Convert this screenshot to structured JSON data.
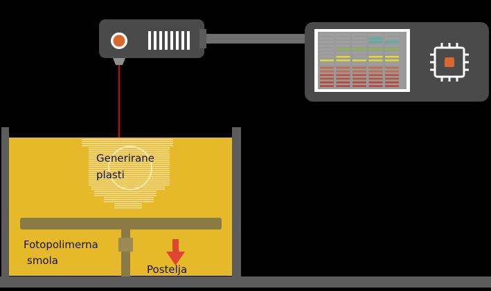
{
  "labels": {
    "layers": [
      "Generirane",
      "plasti"
    ],
    "resin": [
      "Fotopolimerna",
      "smola"
    ],
    "bed": "Postelja"
  },
  "colors": {
    "background": "#000000",
    "resin": "#e6b92a",
    "device_body": "#4a4a4a",
    "laser_beam": "#b51218",
    "laser_lens": "#d9682e",
    "arrow": "#e0452f",
    "tank_wall": "#5c5c5c"
  },
  "icons": {
    "laser_head": "laser-projector-icon",
    "controller": "cpu-chip-icon",
    "display": "layer-bar-display-icon",
    "movement": "arrow-down-icon"
  },
  "display_bars": [
    [
      "#a0a0a0",
      "#a0a0a0",
      "#a0a0a0",
      "#a0a0a0",
      "#a0a0a0"
    ],
    [
      "#a0a0a0",
      "#a0a0a0",
      "#a0a0a0",
      "#4fb4a6",
      "#a0a0a0"
    ],
    [
      "#a0a0a0",
      "#a0a0a0",
      "#a0a0a0",
      "#4fb4a6",
      "#4fb4a6"
    ],
    [
      "#a0a0a0",
      "#a0a0a0",
      "#a0a0a0",
      "#a0a0a0",
      "#a0a0a0"
    ],
    [
      "#a0a0a0",
      "#8db54a",
      "#8db54a",
      "#8db54a",
      "#8db54a"
    ],
    [
      "#a0a0a0",
      "#a0a0a0",
      "#a0a0a0",
      "#a0a0a0",
      "#a0a0a0"
    ],
    [
      "#a0a0a0",
      "#e5d83a",
      "#a0a0a0",
      "#e5d83a",
      "#e5d83a"
    ],
    [
      "#e5d83a",
      "#e5d83a",
      "#e5d83a",
      "#e5d83a",
      "#e5d83a"
    ],
    [
      "#a0a0a0",
      "#a0a0a0",
      "#a0a0a0",
      "#a0a0a0",
      "#a0a0a0"
    ],
    [
      "#c66a4e",
      "#c66a4e",
      "#c66a4e",
      "#c66a4e",
      "#c66a4e"
    ],
    [
      "#c66a4e",
      "#c66a4e",
      "#c66a4e",
      "#c66a4e",
      "#c66a4e"
    ],
    [
      "#c0513f",
      "#c0513f",
      "#c0513f",
      "#c0513f",
      "#c0513f"
    ],
    [
      "#c0513f",
      "#c0513f",
      "#c0513f",
      "#c0513f",
      "#c0513f"
    ],
    [
      "#b8443a",
      "#b8443a",
      "#b8443a",
      "#b8443a",
      "#b8443a"
    ],
    [
      "#b8443a",
      "#b8443a",
      "#b8443a",
      "#b8443a",
      "#b8443a"
    ]
  ]
}
